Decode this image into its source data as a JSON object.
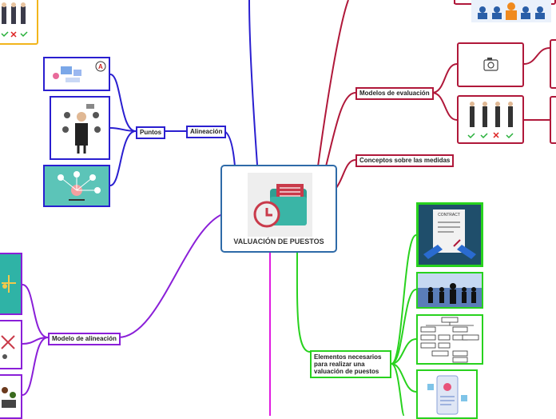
{
  "center": {
    "title": "VALUACIÓN DE PUESTOS"
  },
  "branches": {
    "alineacion": "Alineación",
    "puntos": "Puntos",
    "modelos_evaluacion": "Modelos de evaluación",
    "conceptos": "Conceptos sobre las medidas",
    "modelo_alineacion": "Modelo de alineación",
    "elementos": [
      "Elementos necesarios",
      "para realizar una",
      "valuación de puestos"
    ]
  },
  "images": {
    "contract_text": "CONTRACT"
  },
  "colors": {
    "blue": "#2a1fd0",
    "red": "#b0183a",
    "green": "#28d21e",
    "purple": "#8a1fd8",
    "magenta": "#e01ce0",
    "center_border": "#2e6aa8"
  }
}
